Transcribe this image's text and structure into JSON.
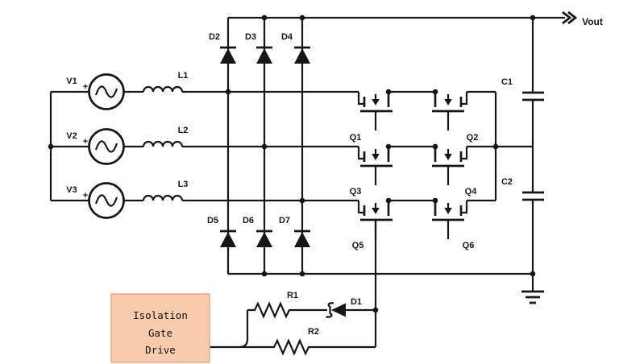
{
  "components": {
    "sources": [
      {
        "label": "V1",
        "polarity": "+"
      },
      {
        "label": "V2",
        "polarity": "+"
      },
      {
        "label": "V3",
        "polarity": "+"
      }
    ],
    "inductors": [
      {
        "label": "L1"
      },
      {
        "label": "L2"
      },
      {
        "label": "L3"
      }
    ],
    "diodes_top": [
      {
        "label": "D2"
      },
      {
        "label": "D3"
      },
      {
        "label": "D4"
      }
    ],
    "diodes_bottom": [
      {
        "label": "D5"
      },
      {
        "label": "D6"
      },
      {
        "label": "D7"
      }
    ],
    "mosfets": [
      {
        "label": "Q1"
      },
      {
        "label": "Q2"
      },
      {
        "label": "Q3"
      },
      {
        "label": "Q4"
      },
      {
        "label": "Q5"
      },
      {
        "label": "Q6"
      }
    ],
    "capacitors": [
      {
        "label": "C1"
      },
      {
        "label": "C2"
      }
    ],
    "gate_resistors": [
      {
        "label": "R1"
      },
      {
        "label": "R2"
      }
    ],
    "gate_diode": {
      "label": "D1"
    },
    "output": {
      "label": "Vout"
    },
    "gate_drive": {
      "lines": [
        "Isolation",
        "Gate",
        "Drive"
      ]
    }
  },
  "colors": {
    "wire": "#161616",
    "gate_drive_fill": "#F8CBAD",
    "gate_drive_border": "#E9A97E",
    "background": "#FFFFFF"
  }
}
